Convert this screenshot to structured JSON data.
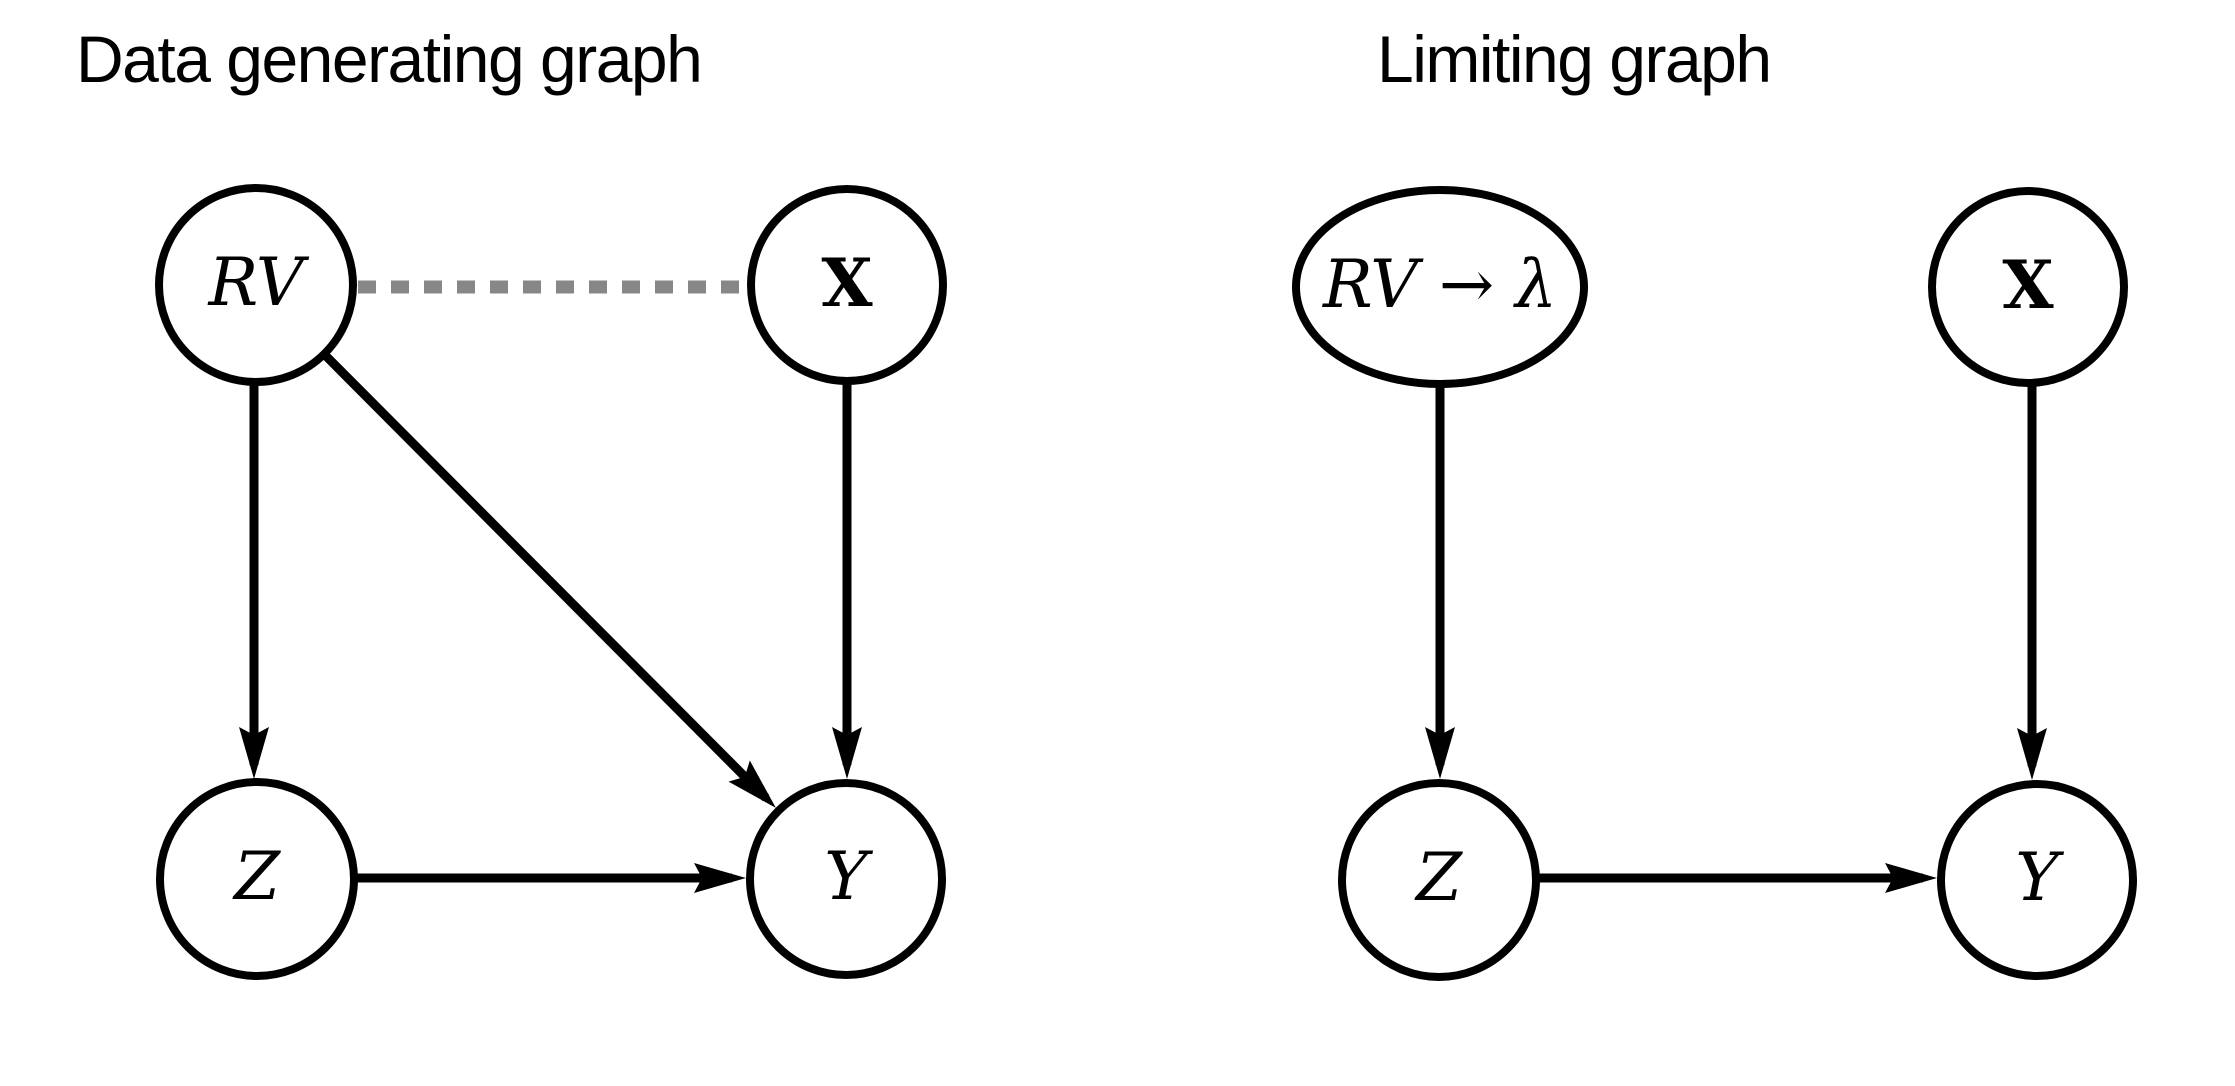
{
  "figures": [
    {
      "title": "Data generating graph",
      "nodes": [
        {
          "id": "RV",
          "label": "RV",
          "shape": "circle",
          "text_style": "math-italic"
        },
        {
          "id": "X",
          "label": "X",
          "shape": "circle",
          "text_style": "math-bold"
        },
        {
          "id": "Z",
          "label": "Z",
          "shape": "circle",
          "text_style": "math-italic"
        },
        {
          "id": "Y",
          "label": "Y",
          "shape": "circle",
          "text_style": "math-italic"
        }
      ],
      "edges": [
        {
          "from": "RV",
          "to": "X",
          "type": "undirected",
          "style": "dashed",
          "color": "#878787"
        },
        {
          "from": "RV",
          "to": "Z",
          "type": "directed",
          "style": "solid",
          "color": "#000000"
        },
        {
          "from": "RV",
          "to": "Y",
          "type": "directed",
          "style": "solid",
          "color": "#000000"
        },
        {
          "from": "X",
          "to": "Y",
          "type": "directed",
          "style": "solid",
          "color": "#000000"
        },
        {
          "from": "Z",
          "to": "Y",
          "type": "directed",
          "style": "solid",
          "color": "#000000"
        }
      ]
    },
    {
      "title": "Limiting graph",
      "nodes": [
        {
          "id": "RV-to-lambda",
          "label": "RV → λ",
          "shape": "ellipse",
          "text_style": "math-italic"
        },
        {
          "id": "X",
          "label": "X",
          "shape": "circle",
          "text_style": "math-bold"
        },
        {
          "id": "Z",
          "label": "Z",
          "shape": "circle",
          "text_style": "math-italic"
        },
        {
          "id": "Y",
          "label": "Y",
          "shape": "circle",
          "text_style": "math-italic"
        }
      ],
      "edges": [
        {
          "from": "RV-to-lambda",
          "to": "Z",
          "type": "directed",
          "style": "solid",
          "color": "#000000"
        },
        {
          "from": "X",
          "to": "Y",
          "type": "directed",
          "style": "solid",
          "color": "#000000"
        },
        {
          "from": "Z",
          "to": "Y",
          "type": "directed",
          "style": "solid",
          "color": "#000000"
        }
      ]
    }
  ],
  "colors": {
    "background": "#ffffff",
    "node_fill": "#ffffff",
    "line": "#000000",
    "dashed_edge": "#878787",
    "text": "#000000"
  }
}
